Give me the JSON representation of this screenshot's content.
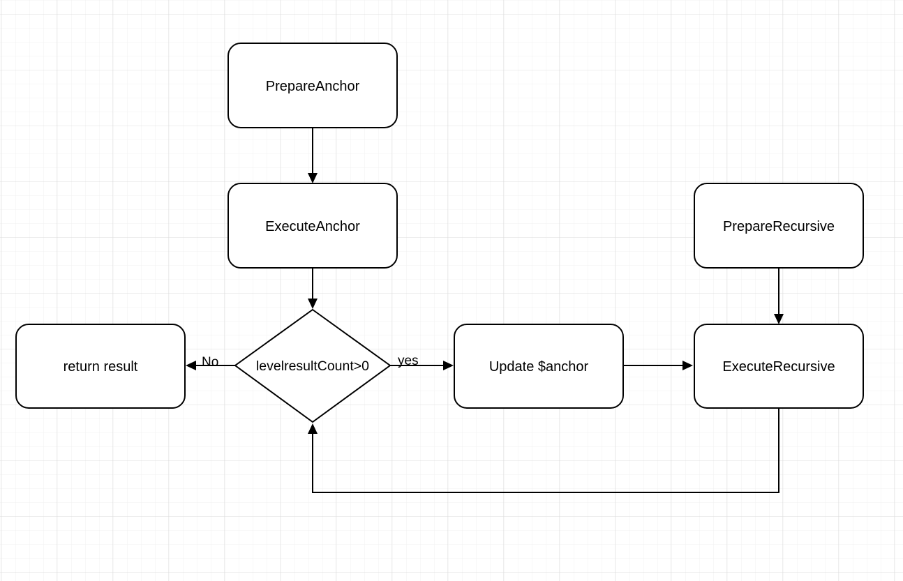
{
  "colors": {
    "grid_minor": "#f0f0f0",
    "grid_major": "#dcdcdc",
    "stroke": "#000000",
    "fill": "#ffffff"
  },
  "nodes": {
    "prepare_anchor": "PrepareAnchor",
    "execute_anchor": "ExecuteAnchor",
    "prepare_recursive": "PrepareRecursive",
    "decision": "levelresultCount>0",
    "return_result": "return result",
    "update_anchor": "Update $anchor",
    "execute_recursive": "ExecuteRecursive"
  },
  "edges": {
    "no_label": "No",
    "yes_label": "yes"
  }
}
